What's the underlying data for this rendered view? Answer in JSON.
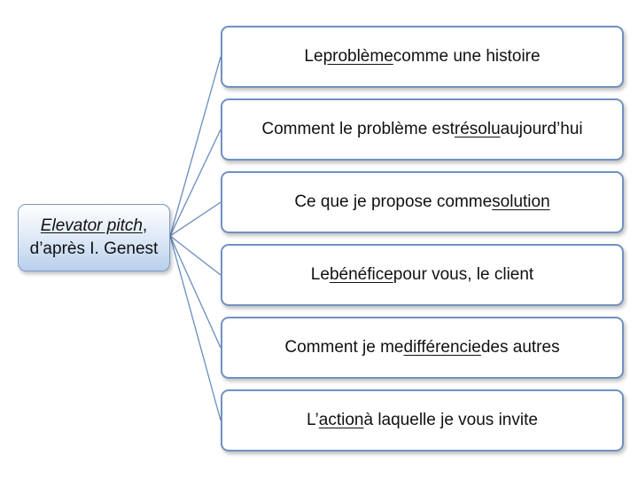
{
  "root": {
    "title_italic": "Elevator pitch",
    "title_suffix": ",",
    "subtitle": "d’après I. Genest"
  },
  "branches": [
    {
      "before": "Le ",
      "underlined": "problème",
      "after": " comme une histoire"
    },
    {
      "before": "Comment le problème est ",
      "underlined": "résolu",
      "after": " aujourd’hui"
    },
    {
      "before": "Ce que je propose comme ",
      "underlined": "solution",
      "after": ""
    },
    {
      "before": "Le ",
      "underlined": "bénéfice",
      "after": " pour vous, le client"
    },
    {
      "before": "Comment je me ",
      "underlined": "différencie",
      "after": " des autres"
    },
    {
      "before": "L’",
      "underlined": "action",
      "after": " à laquelle je vous invite"
    }
  ],
  "colors": {
    "connector": "#6a8cc0",
    "box_border": "#7191c2",
    "root_fill": "#c9dbf0"
  }
}
